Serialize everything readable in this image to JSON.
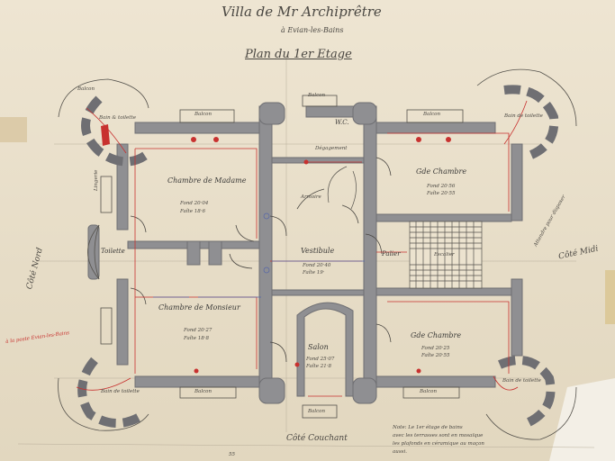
{
  "title": {
    "line1": "Villa de Mr Archiprêtre",
    "line2": "à Evian-les-Bains",
    "plan": "Plan du 1er Etage"
  },
  "sides": {
    "north": "Côté Nord",
    "south": "Côté Couchant",
    "east": "Côté Midi",
    "east_note": "Attendre pour disposer"
  },
  "rooms": {
    "bain_tl": "Bain & toilette",
    "chambre_madame": "Chambre de Madame",
    "chambre_madame_dims": [
      "Fond 20·04",
      "Faîte 18·6"
    ],
    "lingerie": "Lingerie",
    "toilette_left": "Toilette",
    "chambre_monsieur": "Chambre de Monsieur",
    "chambre_monsieur_dims": [
      "Fond 20·27",
      "Faîte 18·8"
    ],
    "bain_bl": "Bain de toilette",
    "wc": "W.C.",
    "vestibule": "Vestibule",
    "vestibule_dims": [
      "Fond 20·40",
      "Faîte 19·"
    ],
    "salon": "Salon",
    "salon_dims": [
      "Fond 25·07",
      "Faîte 21·8"
    ],
    "palier": "Palier",
    "escalier": "Escalier",
    "chambre_tr": "Gde Chambre",
    "chambre_tr_dims": [
      "Fond 20·56",
      "Faîte 20·55"
    ],
    "chambre_br": "Gde Chambre",
    "chambre_br_dims": [
      "Fond 20·25",
      "Faîte 20·55"
    ],
    "bain_tr": "Bain de toilette",
    "bain_br": "Bain de toilette",
    "armoire": "Armoire",
    "dressing": "Dégagement"
  },
  "balcons": [
    "Balcon",
    "Balcon",
    "Balcon",
    "Balcon",
    "Balcon",
    "Balcon",
    "Balcon"
  ],
  "annotations": {
    "red_left": "à la poste Evian-les-Bains",
    "note": [
      "Note: Le 1er étage de bains",
      "avec les terrasses sont en mosaïque",
      "les plafonds en céramique au maçon",
      "aussi."
    ],
    "sheet_no": "55"
  },
  "colors": {
    "paper": "#e9dfcb",
    "wall": "#8f8f92",
    "wall_dark": "#6f6f73",
    "ink": "#3b3a38",
    "red": "#c8312f",
    "blue": "#5566a8"
  }
}
